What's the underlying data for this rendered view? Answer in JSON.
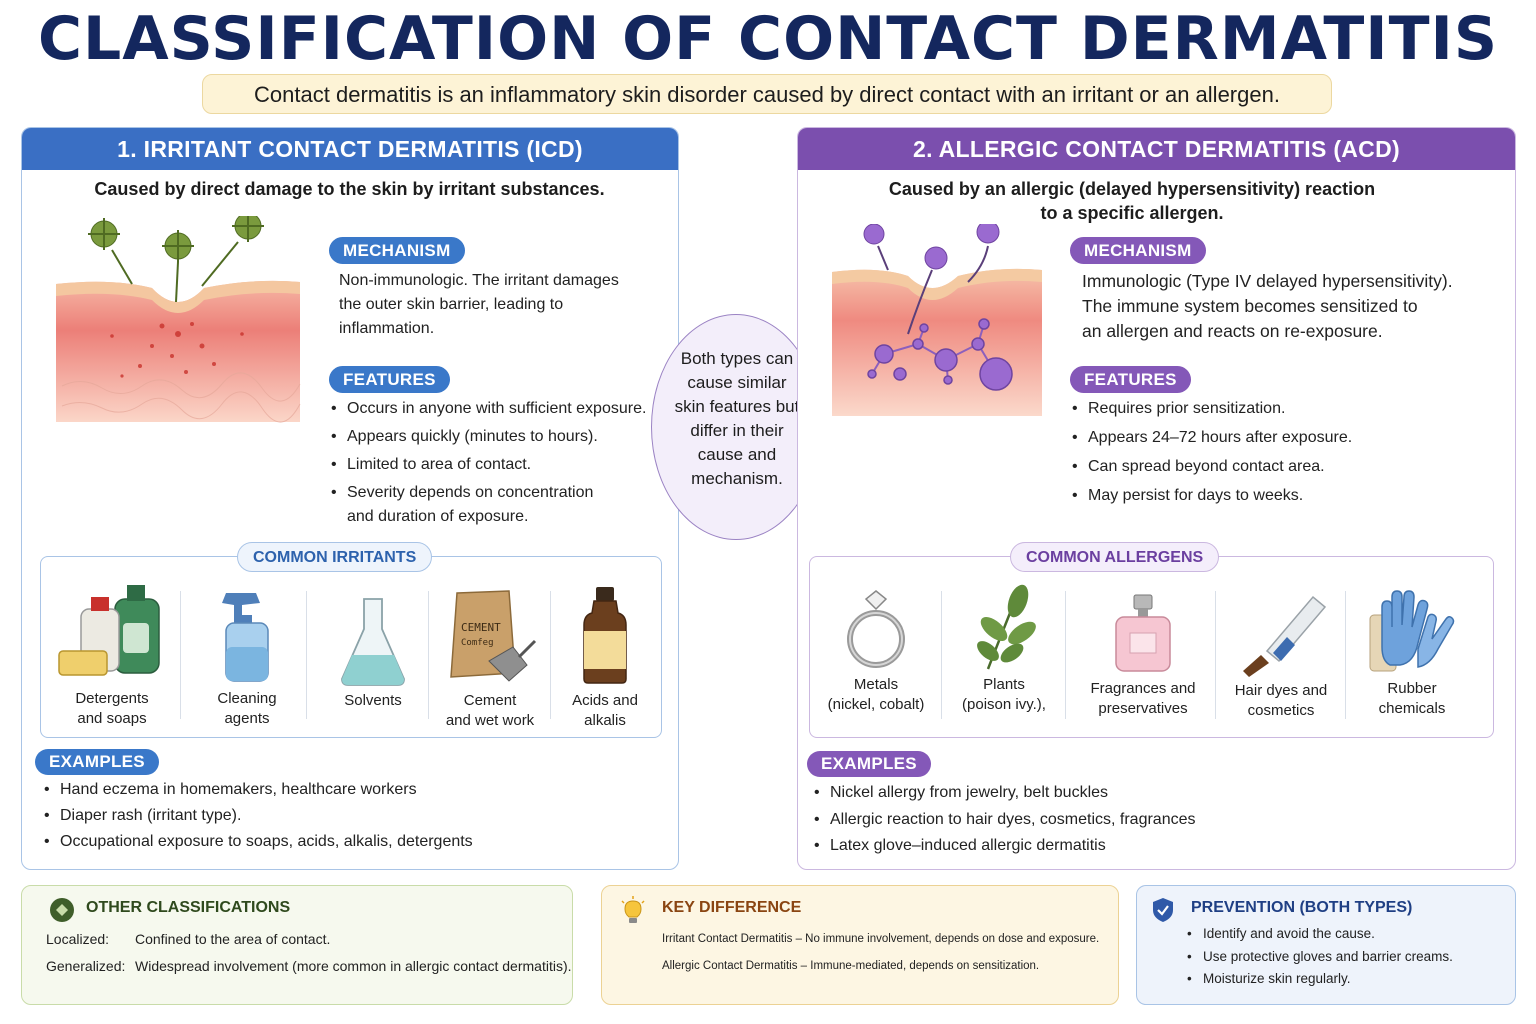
{
  "title": "CLASSIFICATION OF CONTACT DERMATITIS",
  "subtitle": "Contact dermatitis is an inflammatory skin disorder caused by direct contact with an irritant or an allergen.",
  "colors": {
    "icd_accent": "#3a6fc4",
    "acd_accent": "#7b4fae",
    "title": "#14275e"
  },
  "icd": {
    "heading": "1. IRRITANT CONTACT DERMATITIS (ICD)",
    "description": "Caused by direct damage to the skin by irritant substances.",
    "mechanism_label": "MECHANISM",
    "mechanism_lines": [
      "Non-immunologic. The irritant damages",
      "the outer skin barrier, leading to",
      "inflammation."
    ],
    "features_label": "FEATURES",
    "features": [
      "Occurs in anyone with sufficient exposure.",
      "Appears quickly (minutes to hours).",
      "Limited to area of contact.",
      "Severity depends on concentration"
    ],
    "features_last_continuation": "and duration of exposure.",
    "common_label": "COMMON IRRITANTS",
    "common": [
      {
        "line1": "Detergents",
        "line2": "and soaps",
        "icon": "detergent-bottles-icon"
      },
      {
        "line1": "Cleaning",
        "line2": "agents",
        "icon": "spray-bottle-icon"
      },
      {
        "line1": "Solvents",
        "line2": "",
        "icon": "flask-icon"
      },
      {
        "line1": "Cement",
        "line2": "and wet work",
        "icon": "cement-bag-icon",
        "bag_text": "CEMENT",
        "bag_scrawl": "Comfeg"
      },
      {
        "line1": "Acids and",
        "line2": "alkalis",
        "icon": "brown-bottle-icon"
      }
    ],
    "examples_label": "EXAMPLES",
    "examples": [
      "Hand eczema in homemakers, healthcare workers",
      "Diaper rash (irritant type).",
      "Occupational exposure to soaps, acids, alkalis, detergents"
    ]
  },
  "middle_note": "Both types can cause similar skin features but differ in their cause and mechanism.",
  "acd": {
    "heading": "2. ALLERGIC CONTACT DERMATITIS (ACD)",
    "description_lines": [
      "Caused by an allergic (delayed hypersensitivity) reaction",
      "to a specific allergen."
    ],
    "mechanism_label": "MECHANISM",
    "mechanism_lines": [
      "Immunologic (Type IV delayed hypersensitivity).",
      "The immune system becomes sensitized to",
      "an allergen and reacts on re-exposure."
    ],
    "features_label": "FEATURES",
    "features": [
      "Requires prior sensitization.",
      "Appears 24–72 hours after exposure.",
      "Can spread beyond contact area.",
      "May persist for days to weeks."
    ],
    "common_label": "COMMON ALLERGENS",
    "common": [
      {
        "line1": "Metals",
        "line2": "(nickel, cobalt)",
        "icon": "ring-icon"
      },
      {
        "line1": "Plants",
        "line2": "(poison ivy.),",
        "icon": "leaf-icon"
      },
      {
        "line1": "Fragrances and",
        "line2": "preservatives",
        "icon": "perfume-bottle-icon"
      },
      {
        "line1": "Hair dyes and",
        "line2": "cosmetics",
        "icon": "tube-icon"
      },
      {
        "line1": "Rubber",
        "line2": "chemicals",
        "icon": "gloves-icon"
      }
    ],
    "examples_label": "EXAMPLES",
    "examples": [
      "Nickel allergy from jewelry, belt buckles",
      "Allergic reaction to hair dyes, cosmetics, fragrances",
      "Latex glove–induced allergic dermatitis"
    ]
  },
  "other": {
    "title": "OTHER CLASSIFICATIONS",
    "rows": [
      {
        "term": "Localized:",
        "text": "Confined to the area of contact."
      },
      {
        "term": "Generalized:",
        "text": "Widespread involvement (more common in allergic contact dermatitis)."
      }
    ]
  },
  "key": {
    "title": "KEY DIFFERENCE",
    "lines": [
      "Irritant Contact Dermatitis – No immune involvement, depends on dose and exposure.",
      "Allergic Contact Dermatitis – Immune-mediated, depends on sensitization."
    ]
  },
  "prevention": {
    "title": "PREVENTION (BOTH TYPES)",
    "items": [
      "Identify and avoid the cause.",
      "Use protective gloves and barrier creams.",
      "Moisturize skin regularly."
    ]
  }
}
